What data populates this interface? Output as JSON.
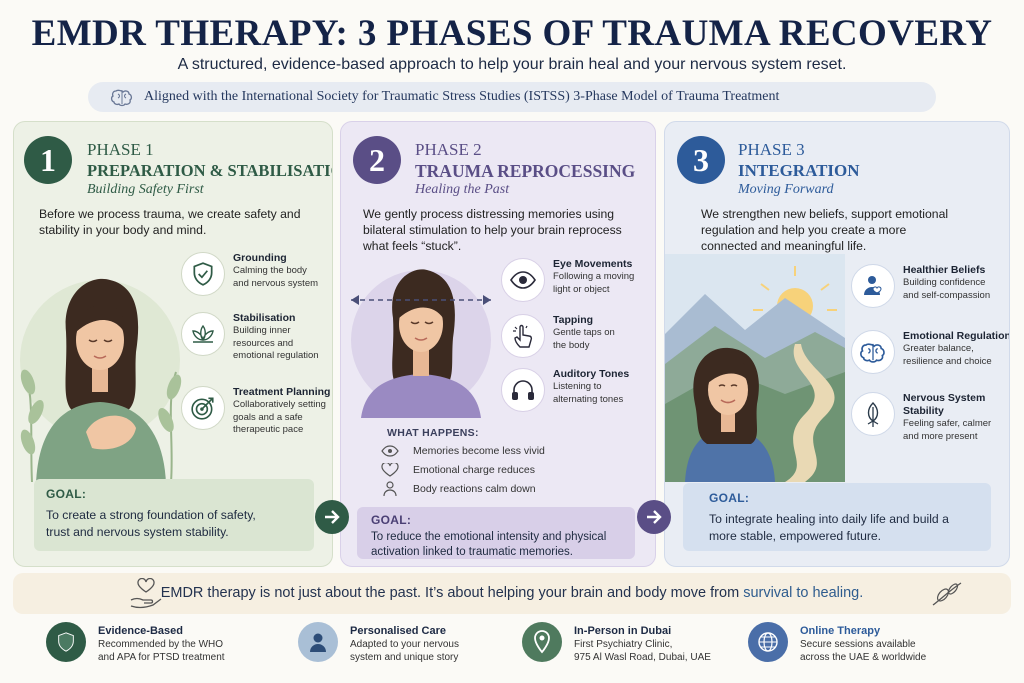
{
  "header": {
    "title": "EMDR THERAPY: 3 PHASES OF TRAUMA RECOVERY",
    "subtitle": "A structured, evidence-based approach to help your brain heal and your nervous system reset.",
    "aligned": "Aligned with the International Society for Traumatic Stress Studies (ISTSS) 3-Phase Model of Trauma Treatment"
  },
  "colors": {
    "phase1": "#2f5b46",
    "phase2": "#5a4e86",
    "phase3": "#2d5b9a",
    "navy": "#142347"
  },
  "phase1": {
    "number": "1",
    "label": "PHASE 1",
    "name": "PREPARATION & STABILISATION",
    "tagline": "Building Safety First",
    "intro_lines": [
      "Before we process trauma, we create safety and",
      "stability in your body and mind."
    ],
    "features": [
      {
        "icon": "shield-check-icon",
        "title": "Grounding",
        "lines": [
          "Calming the body",
          "and nervous system"
        ]
      },
      {
        "icon": "lotus-icon",
        "title": "Stabilisation",
        "lines": [
          "Building inner",
          "resources and",
          "emotional regulation"
        ]
      },
      {
        "icon": "target-icon",
        "title": "Treatment Planning",
        "lines": [
          "Collaboratively setting",
          "goals and a safe",
          "therapeutic pace"
        ]
      }
    ],
    "goal_label": "GOAL:",
    "goal_lines": [
      "To create a strong foundation of safety,",
      "trust and nervous system stability."
    ]
  },
  "phase2": {
    "number": "2",
    "label": "PHASE 2",
    "name": "TRAUMA REPROCESSING",
    "tagline": "Healing the Past",
    "intro_lines": [
      "We gently process distressing memories using",
      "bilateral stimulation to help your brain reprocess",
      "what feels “stuck”."
    ],
    "features": [
      {
        "icon": "eye-icon",
        "title": "Eye Movements",
        "lines": [
          "Following a moving",
          "light or object"
        ]
      },
      {
        "icon": "tapping-hand-icon",
        "title": "Tapping",
        "lines": [
          "Gentle taps on",
          "the body"
        ]
      },
      {
        "icon": "headphones-icon",
        "title": "Auditory Tones",
        "lines": [
          "Listening to",
          "alternating tones"
        ]
      }
    ],
    "what_happens_label": "WHAT HAPPENS:",
    "what_happens": [
      {
        "icon": "eye-outline-icon",
        "text": "Memories become less vivid"
      },
      {
        "icon": "heart-outline-icon",
        "text": "Emotional charge reduces"
      },
      {
        "icon": "person-outline-icon",
        "text": "Body reactions calm down"
      }
    ],
    "goal_label": "GOAL:",
    "goal_lines": [
      "To reduce the emotional intensity and physical",
      "activation linked to traumatic memories."
    ]
  },
  "phase3": {
    "number": "3",
    "label": "PHASE 3",
    "name": "INTEGRATION",
    "tagline": "Moving Forward",
    "intro_lines": [
      "We strengthen new beliefs, support emotional",
      "regulation and help you create a more",
      "connected and meaningful life."
    ],
    "features": [
      {
        "icon": "person-heart-icon",
        "title": "Healthier Beliefs",
        "lines": [
          "Building confidence",
          "and self-compassion"
        ]
      },
      {
        "icon": "brain-icon",
        "title": "Emotional Regulation",
        "lines": [
          "Greater balance,",
          "resilience and choice"
        ]
      },
      {
        "icon": "leaf-icon",
        "title": "Nervous System",
        "title2": "Stability",
        "lines": [
          "Feeling safer, calmer",
          "and more present"
        ]
      }
    ],
    "goal_label": "GOAL:",
    "goal_lines": [
      "To integrate healing into daily life and build a",
      "more stable, empowered future."
    ]
  },
  "banner": {
    "text_a": "EMDR therapy is not just about the past. It’s about helping your brain and body move from",
    "text_b": "survival to healing."
  },
  "footer": [
    {
      "icon": "shield-icon",
      "title": "Evidence-Based",
      "lines": [
        "Recommended by the WHO",
        "and APA for PTSD treatment"
      ]
    },
    {
      "icon": "person-icon",
      "title": "Personalised Care",
      "lines": [
        "Adapted to your nervous",
        "system and unique story"
      ]
    },
    {
      "icon": "location-pin-icon",
      "title": "In-Person in Dubai",
      "lines": [
        "First Psychiatry Clinic,",
        "975 Al Wasl Road, Dubai, UAE"
      ]
    },
    {
      "icon": "globe-icon",
      "title": "Online Therapy",
      "lines": [
        "Secure sessions available",
        "across the UAE & worldwide"
      ]
    }
  ]
}
